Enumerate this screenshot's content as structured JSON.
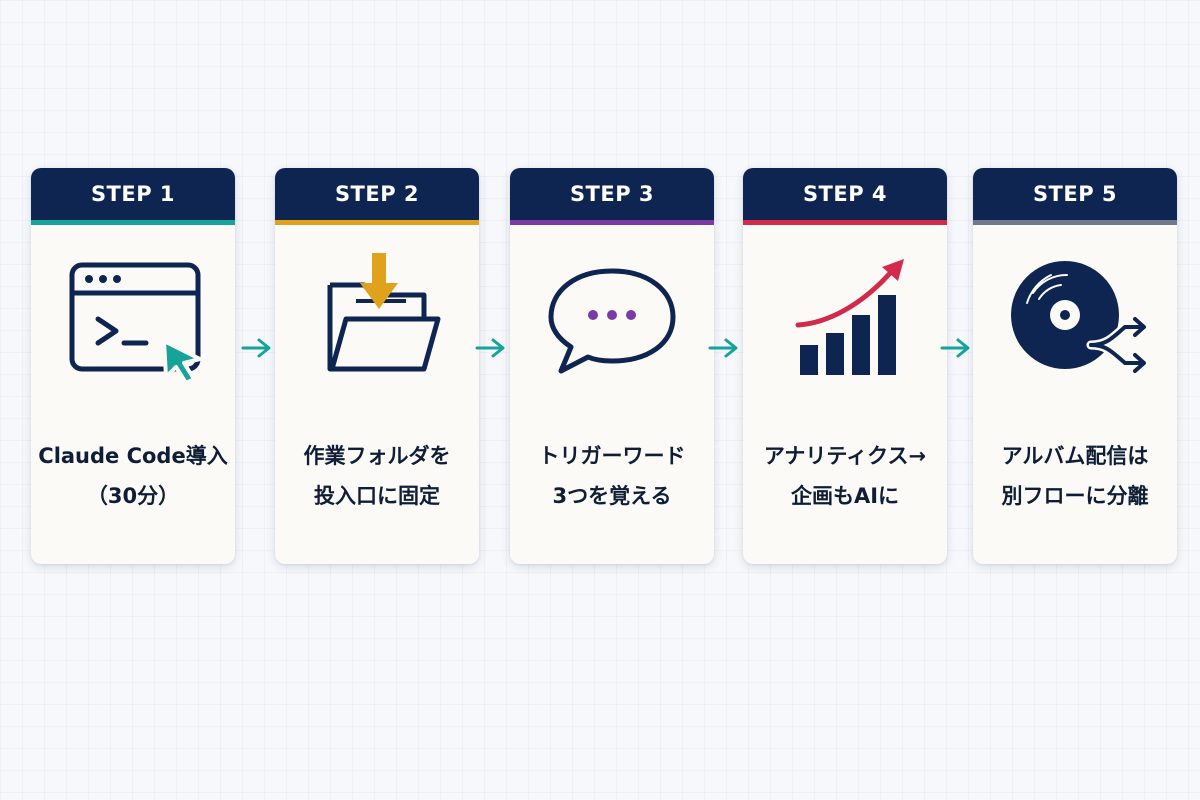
{
  "steps": [
    {
      "label": "STEP 1",
      "accent": "#16a39a",
      "icon": "terminal-window-cursor-icon",
      "caption_lines": [
        "Claude Code導入",
        "（30分）"
      ]
    },
    {
      "label": "STEP 2",
      "accent": "#e0a21c",
      "icon": "folder-download-icon",
      "caption_lines": [
        "作業フォルダを",
        "投入口に固定"
      ]
    },
    {
      "label": "STEP 3",
      "accent": "#7b3aa6",
      "icon": "speech-bubble-icon",
      "caption_lines": [
        "トリガーワード",
        "3つを覚える"
      ]
    },
    {
      "label": "STEP 4",
      "accent": "#d22a4a",
      "icon": "growth-chart-icon",
      "caption_lines": [
        "アナリティクス→",
        "企画もAIに"
      ]
    },
    {
      "label": "STEP 5",
      "accent": "#6e7a8c",
      "icon": "vinyl-record-branch-icon",
      "caption_lines": [
        "アルバム配信は",
        "別フローに分離"
      ]
    }
  ],
  "colors": {
    "navy": "#0d2550",
    "teal": "#16a39a",
    "text": "#0f1e36"
  }
}
